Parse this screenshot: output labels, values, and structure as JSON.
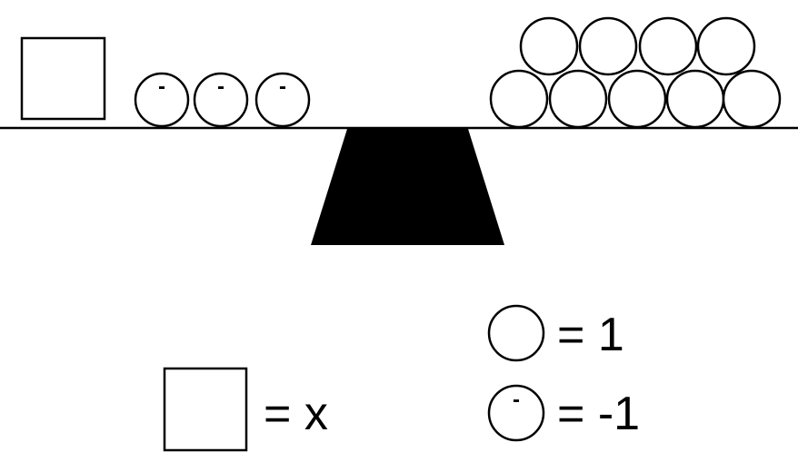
{
  "balance": {
    "left_pan": {
      "boxes": 1,
      "negative_units": 3,
      "negative_unit_symbol": "-"
    },
    "right_pan": {
      "positive_units": 9
    }
  },
  "legend": {
    "x_label": "= x",
    "one_label": "= 1",
    "neg_one_label": "= -1",
    "neg_symbol": "-"
  }
}
